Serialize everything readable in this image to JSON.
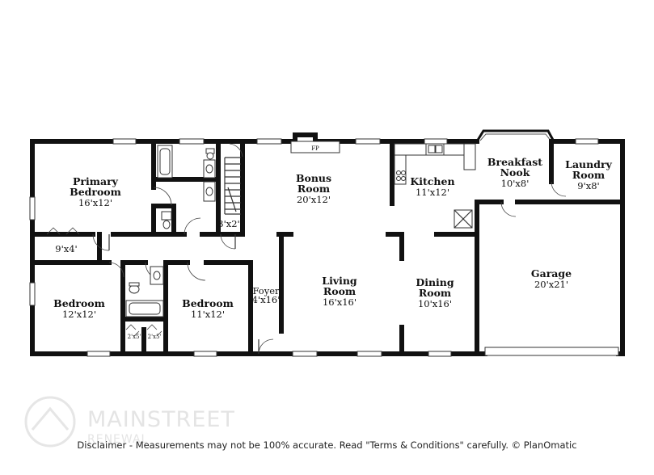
{
  "rooms": {
    "primary_bedroom": {
      "name_line1": "Primary",
      "name_line2": "Bedroom",
      "dims": "16'x12'"
    },
    "closet_9x4": {
      "dims": "9'x4'"
    },
    "bedroom_left": {
      "name": "Bedroom",
      "dims": "12'x12'"
    },
    "bedroom_mid": {
      "name": "Bedroom",
      "dims": "11'x12'"
    },
    "closet_a": {
      "dims": "2'x5'"
    },
    "closet_b": {
      "dims": "2'x5'"
    },
    "closet_3x2": {
      "dims": "3'x2'"
    },
    "bonus_room": {
      "name_line1": "Bonus",
      "name_line2": "Room",
      "dims": "20'x12'"
    },
    "fireplace": {
      "label": "FP"
    },
    "foyer": {
      "name": "Foyer",
      "dims": "4'x16'"
    },
    "living_room": {
      "name_line1": "Living",
      "name_line2": "Room",
      "dims": "16'x16'"
    },
    "kitchen": {
      "name": "Kitchen",
      "dims": "11'x12'"
    },
    "dining_room": {
      "name_line1": "Dining",
      "name_line2": "Room",
      "dims": "10'x16'"
    },
    "breakfast_nook": {
      "name_line1": "Breakfast",
      "name_line2": "Nook",
      "dims": "10'x8'"
    },
    "laundry_room": {
      "name_line1": "Laundry",
      "name_line2": "Room",
      "dims": "9'x8'"
    },
    "garage": {
      "name": "Garage",
      "dims": "20'x21'"
    }
  },
  "watermark": {
    "line1": "MAINSTREET",
    "line2": "RENEWAL"
  },
  "disclaimer": "Disclaimer - Measurements may not be 100% accurate. Read \"Terms & Conditions\" carefully. © PlanOmatic"
}
